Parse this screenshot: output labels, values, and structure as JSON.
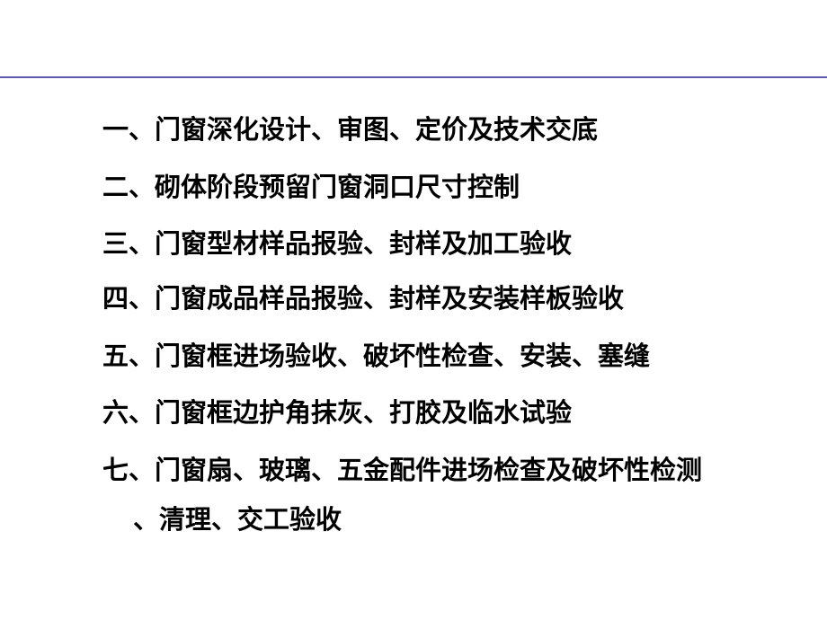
{
  "slide": {
    "rule_color": "#5a5aa8",
    "items": [
      {
        "text": "一、门窗深化设计、审图、定价及技术交底"
      },
      {
        "text": "二、砌体阶段预留门窗洞口尺寸控制"
      },
      {
        "text": "三、门窗型材样品报验、封样及加工验收"
      },
      {
        "text": "四、门窗成品样品报验、封样及安装样板验收"
      },
      {
        "text": "五、门窗框进场验收、破坏性检查、安装、塞缝"
      },
      {
        "text": "六、门窗框边护角抹灰、打胶及临水试验"
      },
      {
        "text": "七、门窗扇、玻璃、五金配件进场检查及破坏性检测"
      },
      {
        "text": "、清理、交工验收"
      }
    ]
  }
}
